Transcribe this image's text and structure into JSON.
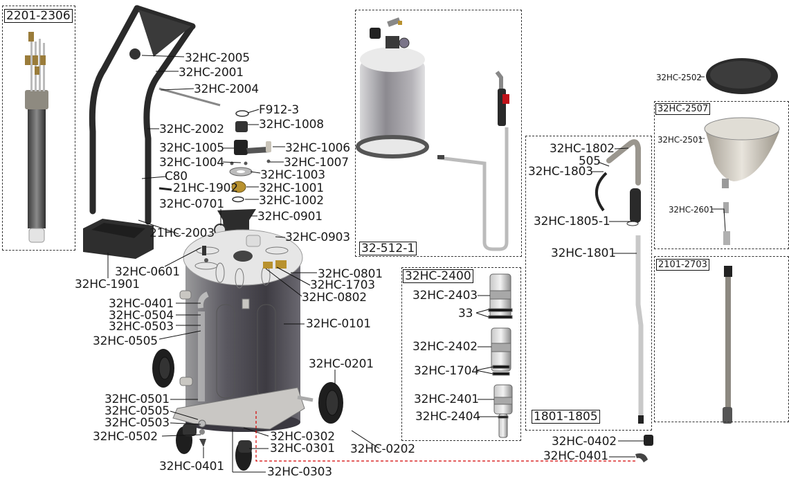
{
  "groups": {
    "g2201": "2201-2306",
    "g32512": "32-512-1",
    "g2400": "32HC-2400",
    "g1801": "1801-1805",
    "g2507": "32HC-2507",
    "g2101": "2101-2703"
  },
  "labels": {
    "l2005": "32HC-2005",
    "l2001": "32HC-2001",
    "l2004": "32HC-2004",
    "lF912": "F912-3",
    "l1008": "32HC-1008",
    "l2002": "32HC-2002",
    "l1005": "32HC-1005",
    "l1006": "32HC-1006",
    "l1004": "32HC-1004",
    "l1007": "32HC-1007",
    "l1003": "32HC-1003",
    "lC80": "C80",
    "l21902": "21HC-1902",
    "l1001": "32HC-1001",
    "l0701": "32HC-0701",
    "l1002": "32HC-1002",
    "l0901": "32HC-0901",
    "l21003": "21HC-2003",
    "l0903": "32HC-0903",
    "l0601": "32HC-0601",
    "l1901": "32HC-1901",
    "l0801": "32HC-0801",
    "l1703": "32HC-1703",
    "l0802": "32HC-0802",
    "l0401a": "32HC-0401",
    "l0504": "32HC-0504",
    "l0503a": "32HC-0503",
    "l0101": "32HC-0101",
    "l0505a": "32HC-0505",
    "l0201": "32HC-0201",
    "l0501": "32HC-0501",
    "l0505b": "32HC-0505",
    "l0503b": "32HC-0503",
    "l0502": "32HC-0502",
    "l0302": "32HC-0302",
    "l0301": "32HC-0301",
    "l0202": "32HC-0202",
    "l0401b": "32HC-0401",
    "l0303": "32HC-0303",
    "l2403": "32HC-2403",
    "l33": "33",
    "l2402": "32HC-2402",
    "l1704": "32HC-1704",
    "l2401": "32HC-2401",
    "l2404": "32HC-2404",
    "l1802": "32HC-1802",
    "l505": "505",
    "l1803": "32HC-1803",
    "l18051": "32HC-1805-1",
    "l1801": "32HC-1801",
    "l0402": "32HC-0402",
    "l0401c": "32HC-0401",
    "l2502": "32HC-2502",
    "l2501": "32HC-2501",
    "l2601": "32HC-2601"
  },
  "colors": {
    "accent_link_line": "#d40000",
    "part_dark": "#2b2b2b",
    "part_steel": "#a8a8a8",
    "part_brass": "#b8912e",
    "handle_red": "#c0121a"
  }
}
